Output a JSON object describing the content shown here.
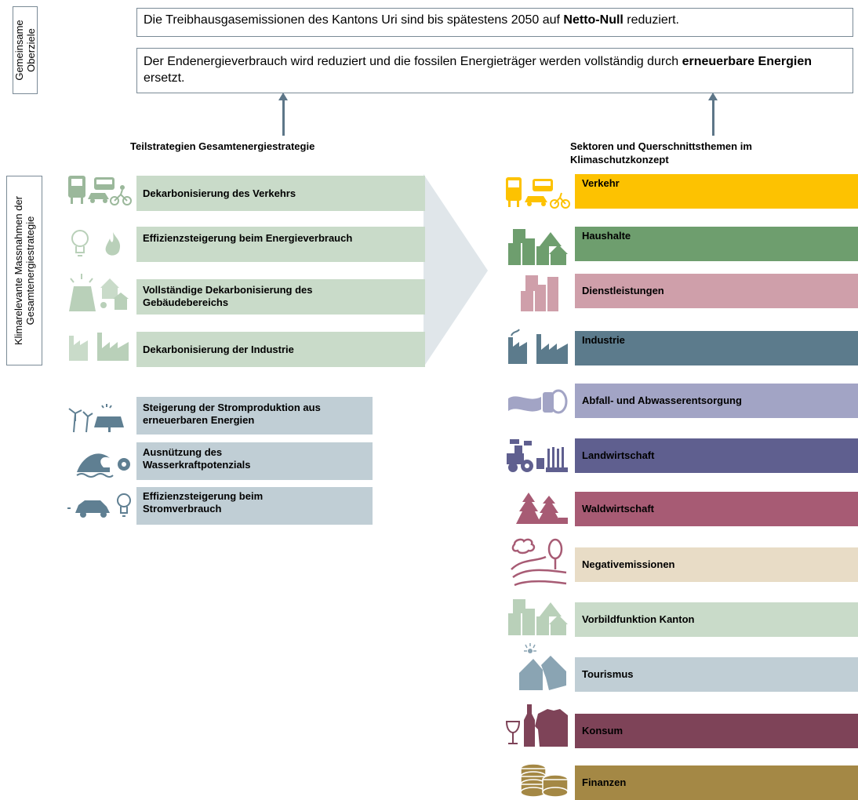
{
  "goals_label": "Gemeinsame Oberziele",
  "goal1": {
    "pre": "Die Treibhausgasemissionen des Kantons Uri sind bis spätestens 2050 auf ",
    "bold": "Netto-Null",
    "post": " reduziert."
  },
  "goal2": {
    "pre": "Der Endenergieverbrauch wird reduziert und die fossilen Energieträger werden vollständig durch ",
    "bold": "erneuerbare Energien",
    "post": " ersetzt."
  },
  "measures_label": {
    "line1": "Klimarelevante Massnahmen der",
    "line2": "Gesamtenergiestrategie"
  },
  "left_heading": "Teilstrategien Gesamtenergiestrategie",
  "right_heading": {
    "line1": "Sektoren und Querschnittsthemen im",
    "line2": "Klimaschutzkonzept"
  },
  "strategies_green": [
    {
      "line1": "Dekarbonisierung des Verkehrs",
      "line2": "",
      "icon": "transport-icon"
    },
    {
      "line1": "Effizienzsteigerung beim Energieverbrauch",
      "line2": "",
      "icon": "bulb-flame-icon"
    },
    {
      "line1": "Vollständige Dekarbonisierung des",
      "line2": "Gebäudebereichs",
      "icon": "solar-house-icon"
    },
    {
      "line1": "Dekarbonisierung der Industrie",
      "line2": "",
      "icon": "factory-icon"
    }
  ],
  "strategies_blue": [
    {
      "line1": "Steigerung der Stromproduktion aus",
      "line2": "erneuerbaren Energien",
      "icon": "wind-solar-icon"
    },
    {
      "line1": "Ausnützung des",
      "line2": "Wasserkraftpotenzials",
      "icon": "wave-gear-icon"
    },
    {
      "line1": "Effizienzsteigerung beim",
      "line2": "Stromverbrauch",
      "icon": "ecar-bulb-icon"
    }
  ],
  "sectors": [
    {
      "label": "Verkehr",
      "color": "#fdc201",
      "icon": "transport-icon"
    },
    {
      "label": "Haushalte",
      "color": "#6e9e6e",
      "icon": "houses-icon"
    },
    {
      "label": "Dienstleistungen",
      "color": "#cf9faa",
      "icon": "office-buildings-icon"
    },
    {
      "label": "Industrie",
      "color": "#5c7b8c",
      "icon": "factory-icon"
    },
    {
      "label": "Abfall- und Abwasserentsorgung",
      "color": "#a2a4c5",
      "icon": "sewage-pipe-icon"
    },
    {
      "label": "Landwirtschaft",
      "color": "#5f5f8f",
      "icon": "tractor-icon"
    },
    {
      "label": "Waldwirtschaft",
      "color": "#a75b74",
      "icon": "forest-icon"
    },
    {
      "label": "Negativemissionen",
      "color": "#e8dcc6",
      "icon": "landscape-tree-icon"
    },
    {
      "label": "Vorbildfunktion Kanton",
      "color": "#c9dbc9",
      "icon": "houses-icon"
    },
    {
      "label": "Tourismus",
      "color": "#c0ced5",
      "icon": "mountain-hiker-icon"
    },
    {
      "label": "Konsum",
      "color": "#7e4358",
      "icon": "wine-shirt-icon"
    },
    {
      "label": "Finanzen",
      "color": "#a48845",
      "icon": "coins-icon"
    }
  ]
}
